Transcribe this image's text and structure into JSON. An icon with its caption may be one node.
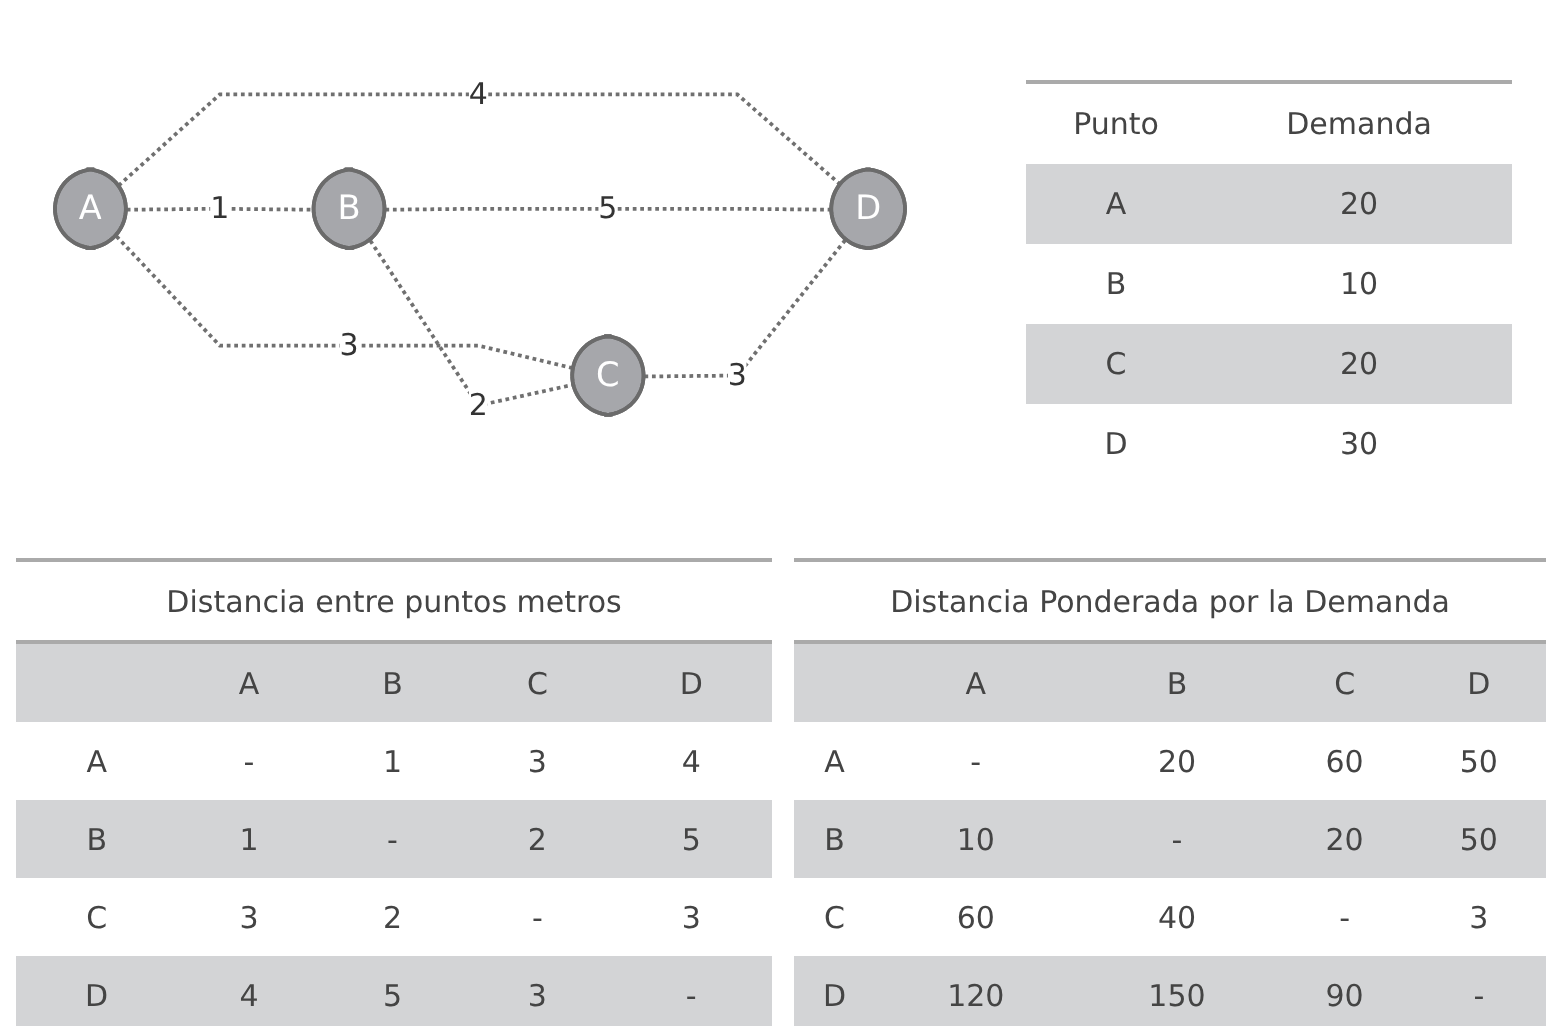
{
  "diagram": {
    "nodes": [
      {
        "text": [
          "A"
        ]
      },
      {
        "text": [
          "B"
        ]
      },
      {
        "text": [
          "C"
        ]
      },
      {
        "text": [
          "D"
        ]
      }
    ],
    "edges": [
      {
        "from": 0,
        "to": 1,
        "arrow": "none",
        "label": "1",
        "style": "dashed"
      },
      {
        "from": 0,
        "to": 2,
        "arrow": "none",
        "label": "3",
        "style": "dashed"
      },
      {
        "from": 0,
        "to": 3,
        "arrow": "none",
        "label": "4",
        "style": "dashed"
      },
      {
        "from": 1,
        "to": 2,
        "arrow": "none",
        "label": "2",
        "style": "dashed"
      },
      {
        "from": 1,
        "to": 3,
        "arrow": "none",
        "label": "5",
        "style": "dashed"
      },
      {
        "from": 2,
        "to": 3,
        "arrow": "none",
        "label": "3",
        "style": "dashed"
      }
    ],
    "labels": [
      "Punto",
      "Demanda",
      "A",
      "20",
      "B",
      "10",
      "C",
      "20",
      "D",
      "30",
      "Distancia entre puntos metros",
      "A",
      "B",
      "C",
      "D",
      "A",
      "-",
      "1",
      "3",
      "4",
      "B",
      "1",
      "-",
      "2",
      "5",
      "C",
      "3",
      "2",
      "-",
      "3",
      "D",
      "4",
      "5",
      "3",
      "-",
      "Distancia Ponderada por la Demanda",
      "A",
      "B",
      "C",
      "D",
      "A",
      "-",
      "20",
      "60",
      "50",
      "B",
      "10",
      "-",
      "20",
      "50",
      "C",
      "60",
      "40",
      "-",
      "3",
      "D",
      "120",
      "150",
      "90",
      "-"
    ]
  }
}
